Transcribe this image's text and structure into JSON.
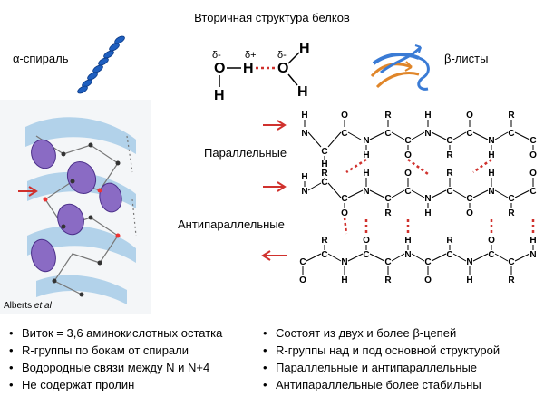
{
  "title": "Вторичная структура белков",
  "alpha_label": "α-спираль",
  "beta_label": "β-листы",
  "parallel_label": "Параллельные",
  "antiparallel_label": "Антипараллельные",
  "credit_prefix": "Alberts ",
  "credit_italic": "et al",
  "hbond_atoms": {
    "o1": "O",
    "h1a": "H",
    "h1b": "H",
    "o2": "O",
    "h2a": "H",
    "h2b": "H",
    "d_minus_1": "δ-",
    "d_plus": "δ+",
    "d_minus_2": "δ-"
  },
  "left_bullets": [
    "Виток = 3,6 аминокислотных остатка",
    "R-группы по бокам от спирали",
    "Водородные связи между N и N+4",
    "Не содержат пролин"
  ],
  "right_bullets": [
    "Состоят из двух и более β-цепей",
    "R-группы над и под основной структурой",
    "Параллельные и антипараллельные",
    "Антипараллельные более стабильны"
  ],
  "colors": {
    "hbond": "#d0312d",
    "arrow": "#d0312d",
    "helix": "#1f5fbf",
    "rgroup": "#8a6bc4"
  }
}
